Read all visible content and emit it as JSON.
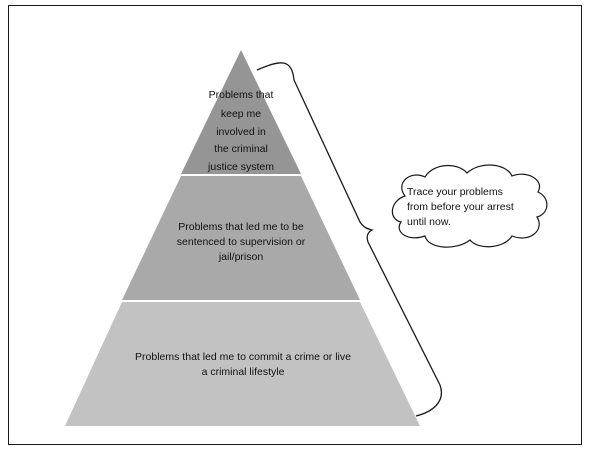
{
  "diagram": {
    "tiers": [
      {
        "lines": [
          "Problems that",
          "keep me",
          "involved in",
          "the criminal",
          "justice system"
        ],
        "color": "#959595"
      },
      {
        "lines": [
          "Problems that led me to be",
          "sentenced to supervision or",
          "jail/prison"
        ],
        "color": "#a9a9a9"
      },
      {
        "lines": [
          "Problems that led me to commit a crime or live",
          "a criminal lifestyle"
        ],
        "color": "#c2c2c2"
      }
    ],
    "callout": {
      "lines": [
        "Trace your problems",
        "from before your arrest",
        "until now."
      ]
    },
    "colors": {
      "border": "#1a1a1a",
      "bracket": "#1a1a1a",
      "cloud_fill": "#ffffff"
    }
  }
}
